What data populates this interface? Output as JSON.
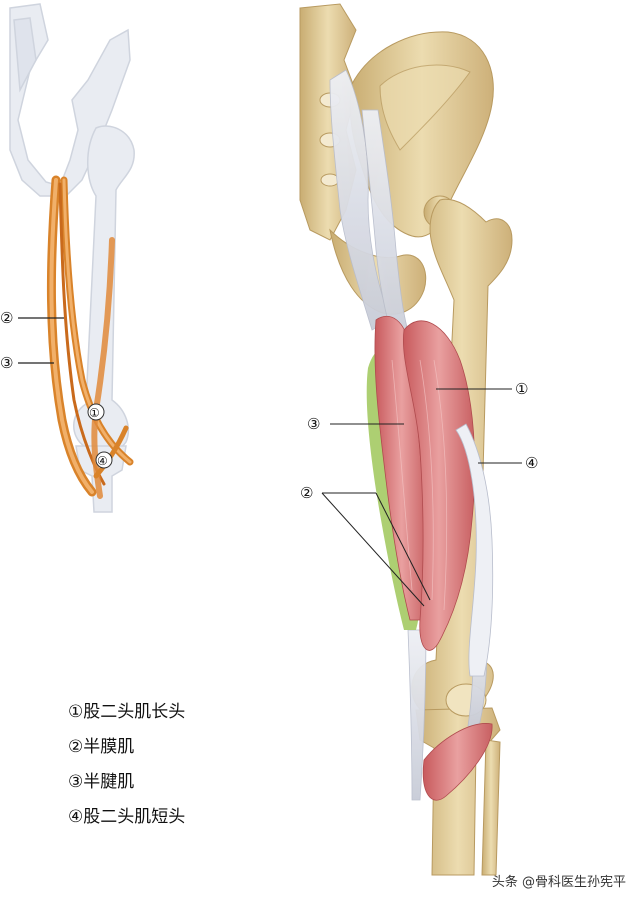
{
  "callouts": {
    "n1": "①",
    "n2": "②",
    "n3": "③",
    "n4": "④"
  },
  "legend": [
    {
      "label": "①股二头肌长头"
    },
    {
      "label": "②半膜肌"
    },
    {
      "label": "③半腱肌"
    },
    {
      "label": "④股二头肌短头"
    }
  ],
  "watermark": "头条 @骨科医生孙宪平",
  "colors": {
    "bone": "#e6d2a2",
    "bone_shadow": "#c9ad72",
    "muscle_red": "#d9787a",
    "muscle_green": "#a9cc6a",
    "tendon": "#d9dde6",
    "sketch_bone": "#e9ecf2",
    "sketch_muscle": "#d9832a"
  }
}
